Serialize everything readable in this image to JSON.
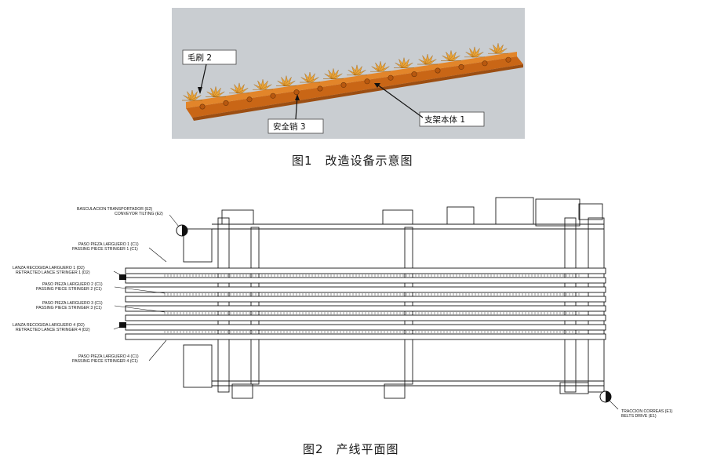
{
  "figure1": {
    "caption": "图1　改造设备示意图",
    "callouts": {
      "brush": "毛刷 2",
      "safety_pin": "安全销 3",
      "bracket_body": "支架本体 1"
    },
    "colors": {
      "background": "#c8ccd0",
      "bracket": "#d9731d",
      "brush": "#e8a43a"
    }
  },
  "figure2": {
    "caption": "图2　产线平面图",
    "labels": {
      "tilt_es": "BASCULACION TRANSPORTADOR (E2)",
      "tilt_en": "CONVEYOR TILTING (E2)",
      "pass1_es": "PASO PIEZA LARGUERO 1 (C1)",
      "pass1_en": "PASSING PIECE STRINGER 1 (C1)",
      "lance1_es": "LANZA RECOGIDA LARGUERO 1 (D2)",
      "lance1_en": "RETRACTED LANCE STRINGER 1 (D2)",
      "pass2_es": "PASO PIEZA LARGUERO 2 (C1)",
      "pass2_en": "PASSING PIECE STRINGER 2 (C1)",
      "pass3_es": "PASO PIEZA LARGUERO 3 (C1)",
      "pass3_en": "PASSING PIECE STRINGER 3 (C1)",
      "lance4_es": "LANZA RECOGIDA LARGUERO 4 (D2)",
      "lance4_en": "RETRACTED LANCE STRINGER 4 (D2)",
      "pass4_es": "PASO PIEZA LARGUERO 4 (C1)",
      "pass4_en": "PASSING PIECE STRINGER 4 (C1)",
      "belt_es": "TRACCION CORREAS (E1)",
      "belt_en": "BELTS DRIVE (E1)"
    }
  }
}
